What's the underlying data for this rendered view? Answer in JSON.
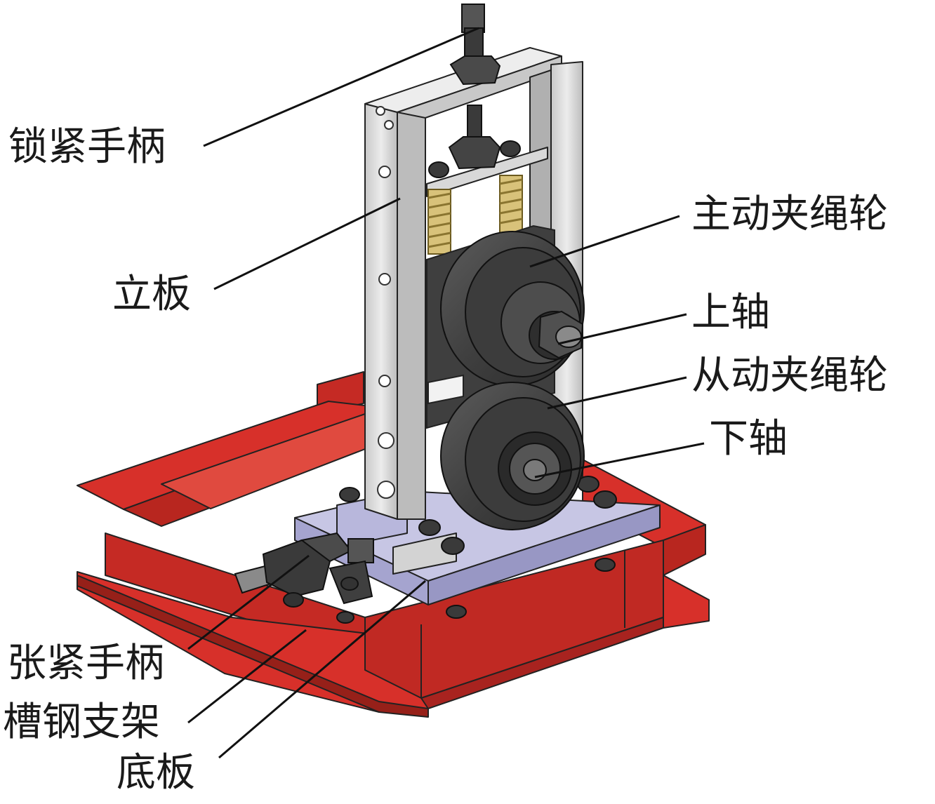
{
  "labels": {
    "lock_handle": "锁紧手柄",
    "riser_plate": "立板",
    "drive_wheel": "主动夹绳轮",
    "upper_shaft": "上轴",
    "driven_wheel": "从动夹绳轮",
    "lower_shaft": "下轴",
    "tension_handle": "张紧手柄",
    "channel_bracket": "槽钢支架",
    "base_plate": "底板"
  },
  "colors": {
    "channel_steel": "#d7302a",
    "channel_dark": "#a8231f",
    "base_plate": "#b4b3d6",
    "riser_plate": "#d9d9d9",
    "wheel": "#4a4a4a",
    "spring": "#d8c27a",
    "leader_line": "#111111"
  }
}
